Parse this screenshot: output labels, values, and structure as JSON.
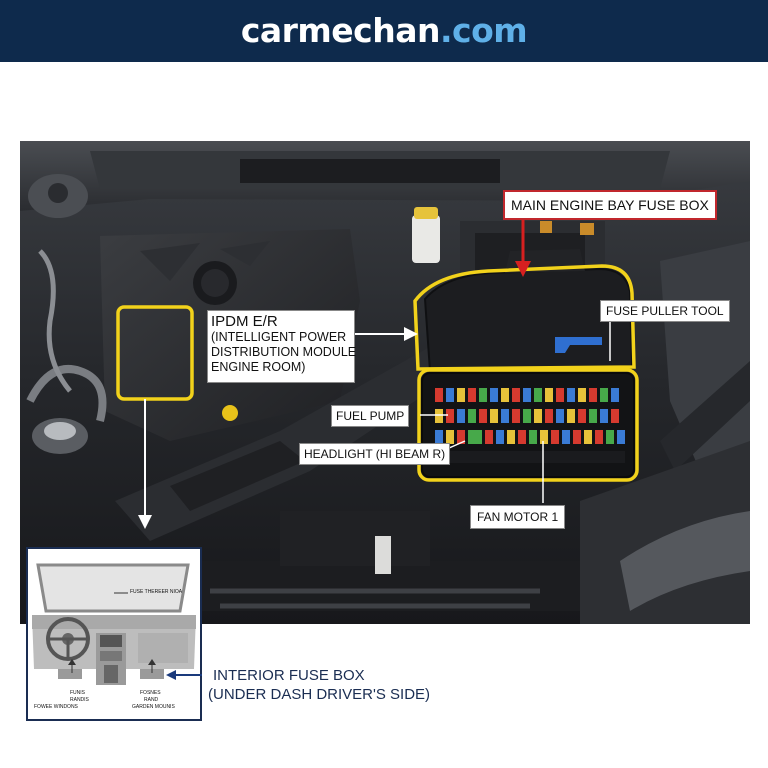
{
  "header": {
    "brand_main": "carmechan",
    "brand_tld": ".com",
    "bg_color": "#0e2a4c",
    "tld_color": "#5fb0e8"
  },
  "callouts": {
    "main_fuse_box": "MAIN ENGINE BAY FUSE BOX",
    "ipdm": {
      "line1": "IPDM E/R",
      "line2": "(INTELLIGENT POWER",
      "line3": "DISTRIBUTION MODULE",
      "line4": "ENGINE ROOM)"
    },
    "fuse_puller": "FUSE PULLER TOOL",
    "fuel_pump": "FUEL PUMP",
    "headlight": "HEADLIGHT (HI BEAM R)",
    "fan_motor": "FAN MOTOR 1"
  },
  "inset": {
    "top_label": "FUSE THEREER NIOA",
    "left_label_1": "FUNIS",
    "left_label_2": "RANDIS",
    "left_label_3": "FOWEE WINDONS",
    "right_label_1": "FOSNES",
    "right_label_2": "RAND",
    "right_label_3": "GARDEN MOUNIS"
  },
  "interior": {
    "line1": "INTERIOR FUSE BOX",
    "line2": "(UNDER DASH DRIVER'S SIDE)"
  },
  "colors": {
    "highlight": "#f2d21b",
    "main_label_border": "#c1272d",
    "arrow_red": "#d62020",
    "pointer_blue": "#1a3a7c",
    "fuse_puller_tool": "#2f6fd0"
  }
}
